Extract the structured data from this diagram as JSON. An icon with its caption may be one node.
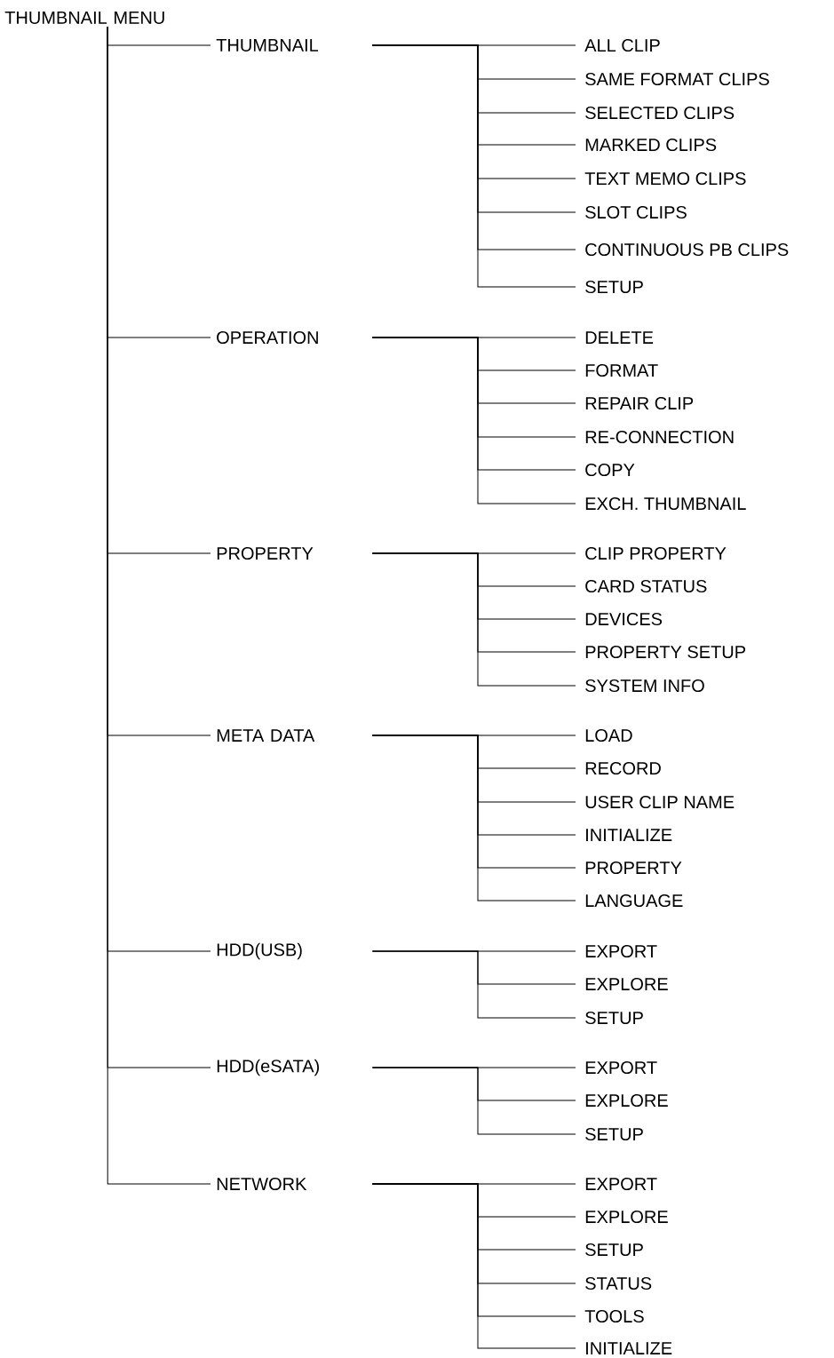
{
  "diagram": {
    "nodes": [
      {
        "text": [
          "THUMBNAIL MENU"
        ]
      },
      {
        "text": [
          "THUMBNAIL"
        ]
      },
      {
        "text": [
          "ALL CLIP"
        ]
      },
      {
        "text": [
          "SAME FORMAT CLIPS"
        ]
      },
      {
        "text": [
          "SELECTED CLIPS"
        ]
      },
      {
        "text": [
          "MARKED CLIPS"
        ]
      },
      {
        "text": [
          "TEXT MEMO CLIPS"
        ]
      },
      {
        "text": [
          "SLOT CLIPS"
        ]
      },
      {
        "text": [
          "CONTINUOUS PB CLIPS"
        ]
      },
      {
        "text": [
          "SETUP"
        ]
      },
      {
        "text": [
          "OPERATION"
        ]
      },
      {
        "text": [
          "DELETE"
        ]
      },
      {
        "text": [
          "FORMAT"
        ]
      },
      {
        "text": [
          "REPAIR CLIP"
        ]
      },
      {
        "text": [
          "RE-CONNECTION"
        ]
      },
      {
        "text": [
          "COPY"
        ]
      },
      {
        "text": [
          "EXCH. THUMBNAIL"
        ]
      },
      {
        "text": [
          "PROPERTY"
        ]
      },
      {
        "text": [
          "CLIP PROPERTY"
        ]
      },
      {
        "text": [
          "CARD STATUS"
        ]
      },
      {
        "text": [
          "DEVICES"
        ]
      },
      {
        "text": [
          "PROPERTY SETUP"
        ]
      },
      {
        "text": [
          "SYSTEM INFO"
        ]
      },
      {
        "text": [
          "META DATA"
        ]
      },
      {
        "text": [
          "LOAD"
        ]
      },
      {
        "text": [
          "RECORD"
        ]
      },
      {
        "text": [
          "USER CLIP NAME"
        ]
      },
      {
        "text": [
          "INITIALIZE"
        ]
      },
      {
        "text": [
          "PROPERTY"
        ]
      },
      {
        "text": [
          "LANGUAGE"
        ]
      },
      {
        "text": [
          "HDD(USB)"
        ]
      },
      {
        "text": [
          "EXPORT"
        ]
      },
      {
        "text": [
          "EXPLORE"
        ]
      },
      {
        "text": [
          "SETUP"
        ]
      },
      {
        "text": [
          "HDD(eSATA)"
        ]
      },
      {
        "text": [
          "EXPORT"
        ]
      },
      {
        "text": [
          "EXPLORE"
        ]
      },
      {
        "text": [
          "SETUP"
        ]
      },
      {
        "text": [
          "NETWORK"
        ]
      },
      {
        "text": [
          "EXPORT"
        ]
      },
      {
        "text": [
          "EXPLORE"
        ]
      },
      {
        "text": [
          "SETUP"
        ]
      },
      {
        "text": [
          "STATUS"
        ]
      },
      {
        "text": [
          "TOOLS"
        ]
      },
      {
        "text": [
          "INITIALIZE"
        ]
      }
    ],
    "edges": [
      {
        "from": 0,
        "to": 1,
        "arrow": "none"
      },
      {
        "from": 0,
        "to": 10,
        "arrow": "none"
      },
      {
        "from": 0,
        "to": 17,
        "arrow": "none"
      },
      {
        "from": 0,
        "to": 23,
        "arrow": "none"
      },
      {
        "from": 0,
        "to": 30,
        "arrow": "none"
      },
      {
        "from": 0,
        "to": 34,
        "arrow": "none"
      },
      {
        "from": 0,
        "to": 38,
        "arrow": "none"
      },
      {
        "from": 1,
        "to": 2,
        "arrow": "none"
      },
      {
        "from": 1,
        "to": 3,
        "arrow": "none"
      },
      {
        "from": 1,
        "to": 4,
        "arrow": "none"
      },
      {
        "from": 1,
        "to": 5,
        "arrow": "none"
      },
      {
        "from": 1,
        "to": 6,
        "arrow": "none"
      },
      {
        "from": 1,
        "to": 7,
        "arrow": "none"
      },
      {
        "from": 1,
        "to": 8,
        "arrow": "none"
      },
      {
        "from": 1,
        "to": 9,
        "arrow": "none"
      },
      {
        "from": 10,
        "to": 11,
        "arrow": "none"
      },
      {
        "from": 10,
        "to": 12,
        "arrow": "none"
      },
      {
        "from": 10,
        "to": 13,
        "arrow": "none"
      },
      {
        "from": 10,
        "to": 14,
        "arrow": "none"
      },
      {
        "from": 10,
        "to": 15,
        "arrow": "none"
      },
      {
        "from": 10,
        "to": 16,
        "arrow": "none"
      },
      {
        "from": 17,
        "to": 18,
        "arrow": "none"
      },
      {
        "from": 17,
        "to": 19,
        "arrow": "none"
      },
      {
        "from": 17,
        "to": 20,
        "arrow": "none"
      },
      {
        "from": 17,
        "to": 21,
        "arrow": "none"
      },
      {
        "from": 17,
        "to": 22,
        "arrow": "none"
      },
      {
        "from": 23,
        "to": 24,
        "arrow": "none"
      },
      {
        "from": 23,
        "to": 25,
        "arrow": "none"
      },
      {
        "from": 23,
        "to": 26,
        "arrow": "none"
      },
      {
        "from": 23,
        "to": 27,
        "arrow": "none"
      },
      {
        "from": 23,
        "to": 28,
        "arrow": "none"
      },
      {
        "from": 23,
        "to": 29,
        "arrow": "none"
      },
      {
        "from": 30,
        "to": 31,
        "arrow": "none"
      },
      {
        "from": 30,
        "to": 32,
        "arrow": "none"
      },
      {
        "from": 30,
        "to": 33,
        "arrow": "none"
      },
      {
        "from": 34,
        "to": 35,
        "arrow": "none"
      },
      {
        "from": 34,
        "to": 36,
        "arrow": "none"
      },
      {
        "from": 34,
        "to": 37,
        "arrow": "none"
      },
      {
        "from": 38,
        "to": 39,
        "arrow": "none"
      },
      {
        "from": 38,
        "to": 40,
        "arrow": "none"
      },
      {
        "from": 38,
        "to": 41,
        "arrow": "none"
      },
      {
        "from": 38,
        "to": 42,
        "arrow": "none"
      },
      {
        "from": 38,
        "to": 43,
        "arrow": "none"
      },
      {
        "from": 38,
        "to": 44,
        "arrow": "none"
      }
    ]
  }
}
